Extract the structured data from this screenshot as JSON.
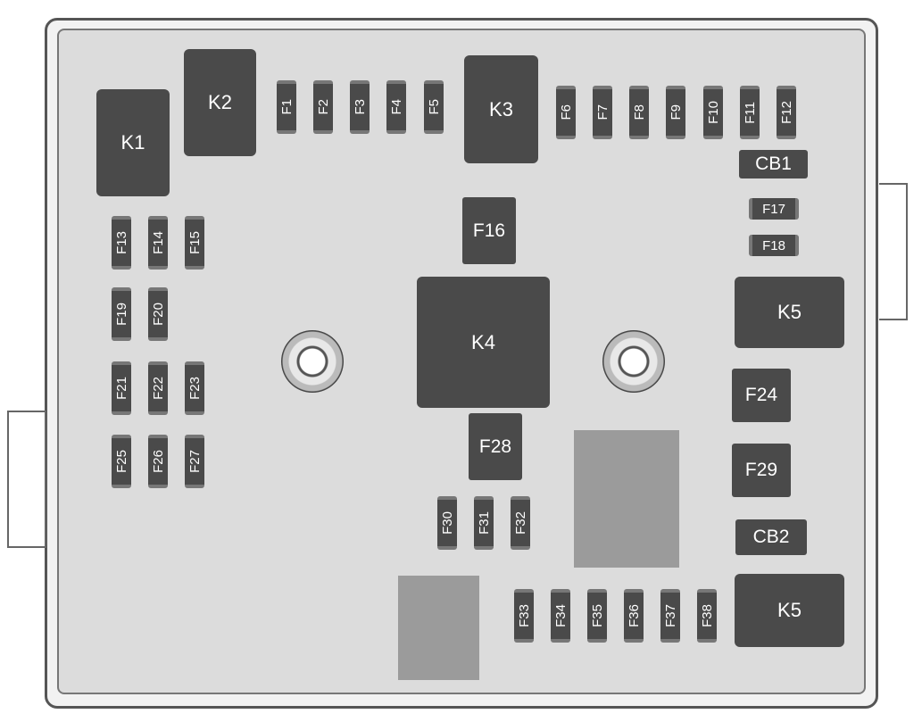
{
  "relays": {
    "k1": "K1",
    "k2": "K2",
    "k3": "K3",
    "k4": "K4",
    "k5_top": "K5",
    "k5_bottom": "K5"
  },
  "breakers": {
    "cb1": "CB1",
    "cb2": "CB2"
  },
  "fuses": {
    "top_left": [
      "F1",
      "F2",
      "F3",
      "F4",
      "F5"
    ],
    "top_right": [
      "F6",
      "F7",
      "F8",
      "F9",
      "F10",
      "F11",
      "F12"
    ],
    "left_row1": [
      "F13",
      "F14",
      "F15"
    ],
    "large_f16": "F16",
    "right_small": [
      "F17",
      "F18"
    ],
    "left_row2": [
      "F19",
      "F20"
    ],
    "left_row3": [
      "F21",
      "F22",
      "F23"
    ],
    "large_f24": "F24",
    "left_row4": [
      "F25",
      "F26",
      "F27"
    ],
    "large_f28": "F28",
    "large_f29": "F29",
    "center_row": [
      "F30",
      "F31",
      "F32"
    ],
    "bottom_row": [
      "F33",
      "F34",
      "F35",
      "F36",
      "F37",
      "F38"
    ]
  },
  "colors": {
    "component": "#4a4a4a",
    "panel": "#dcdcdc",
    "blank": "#9b9b9b"
  }
}
